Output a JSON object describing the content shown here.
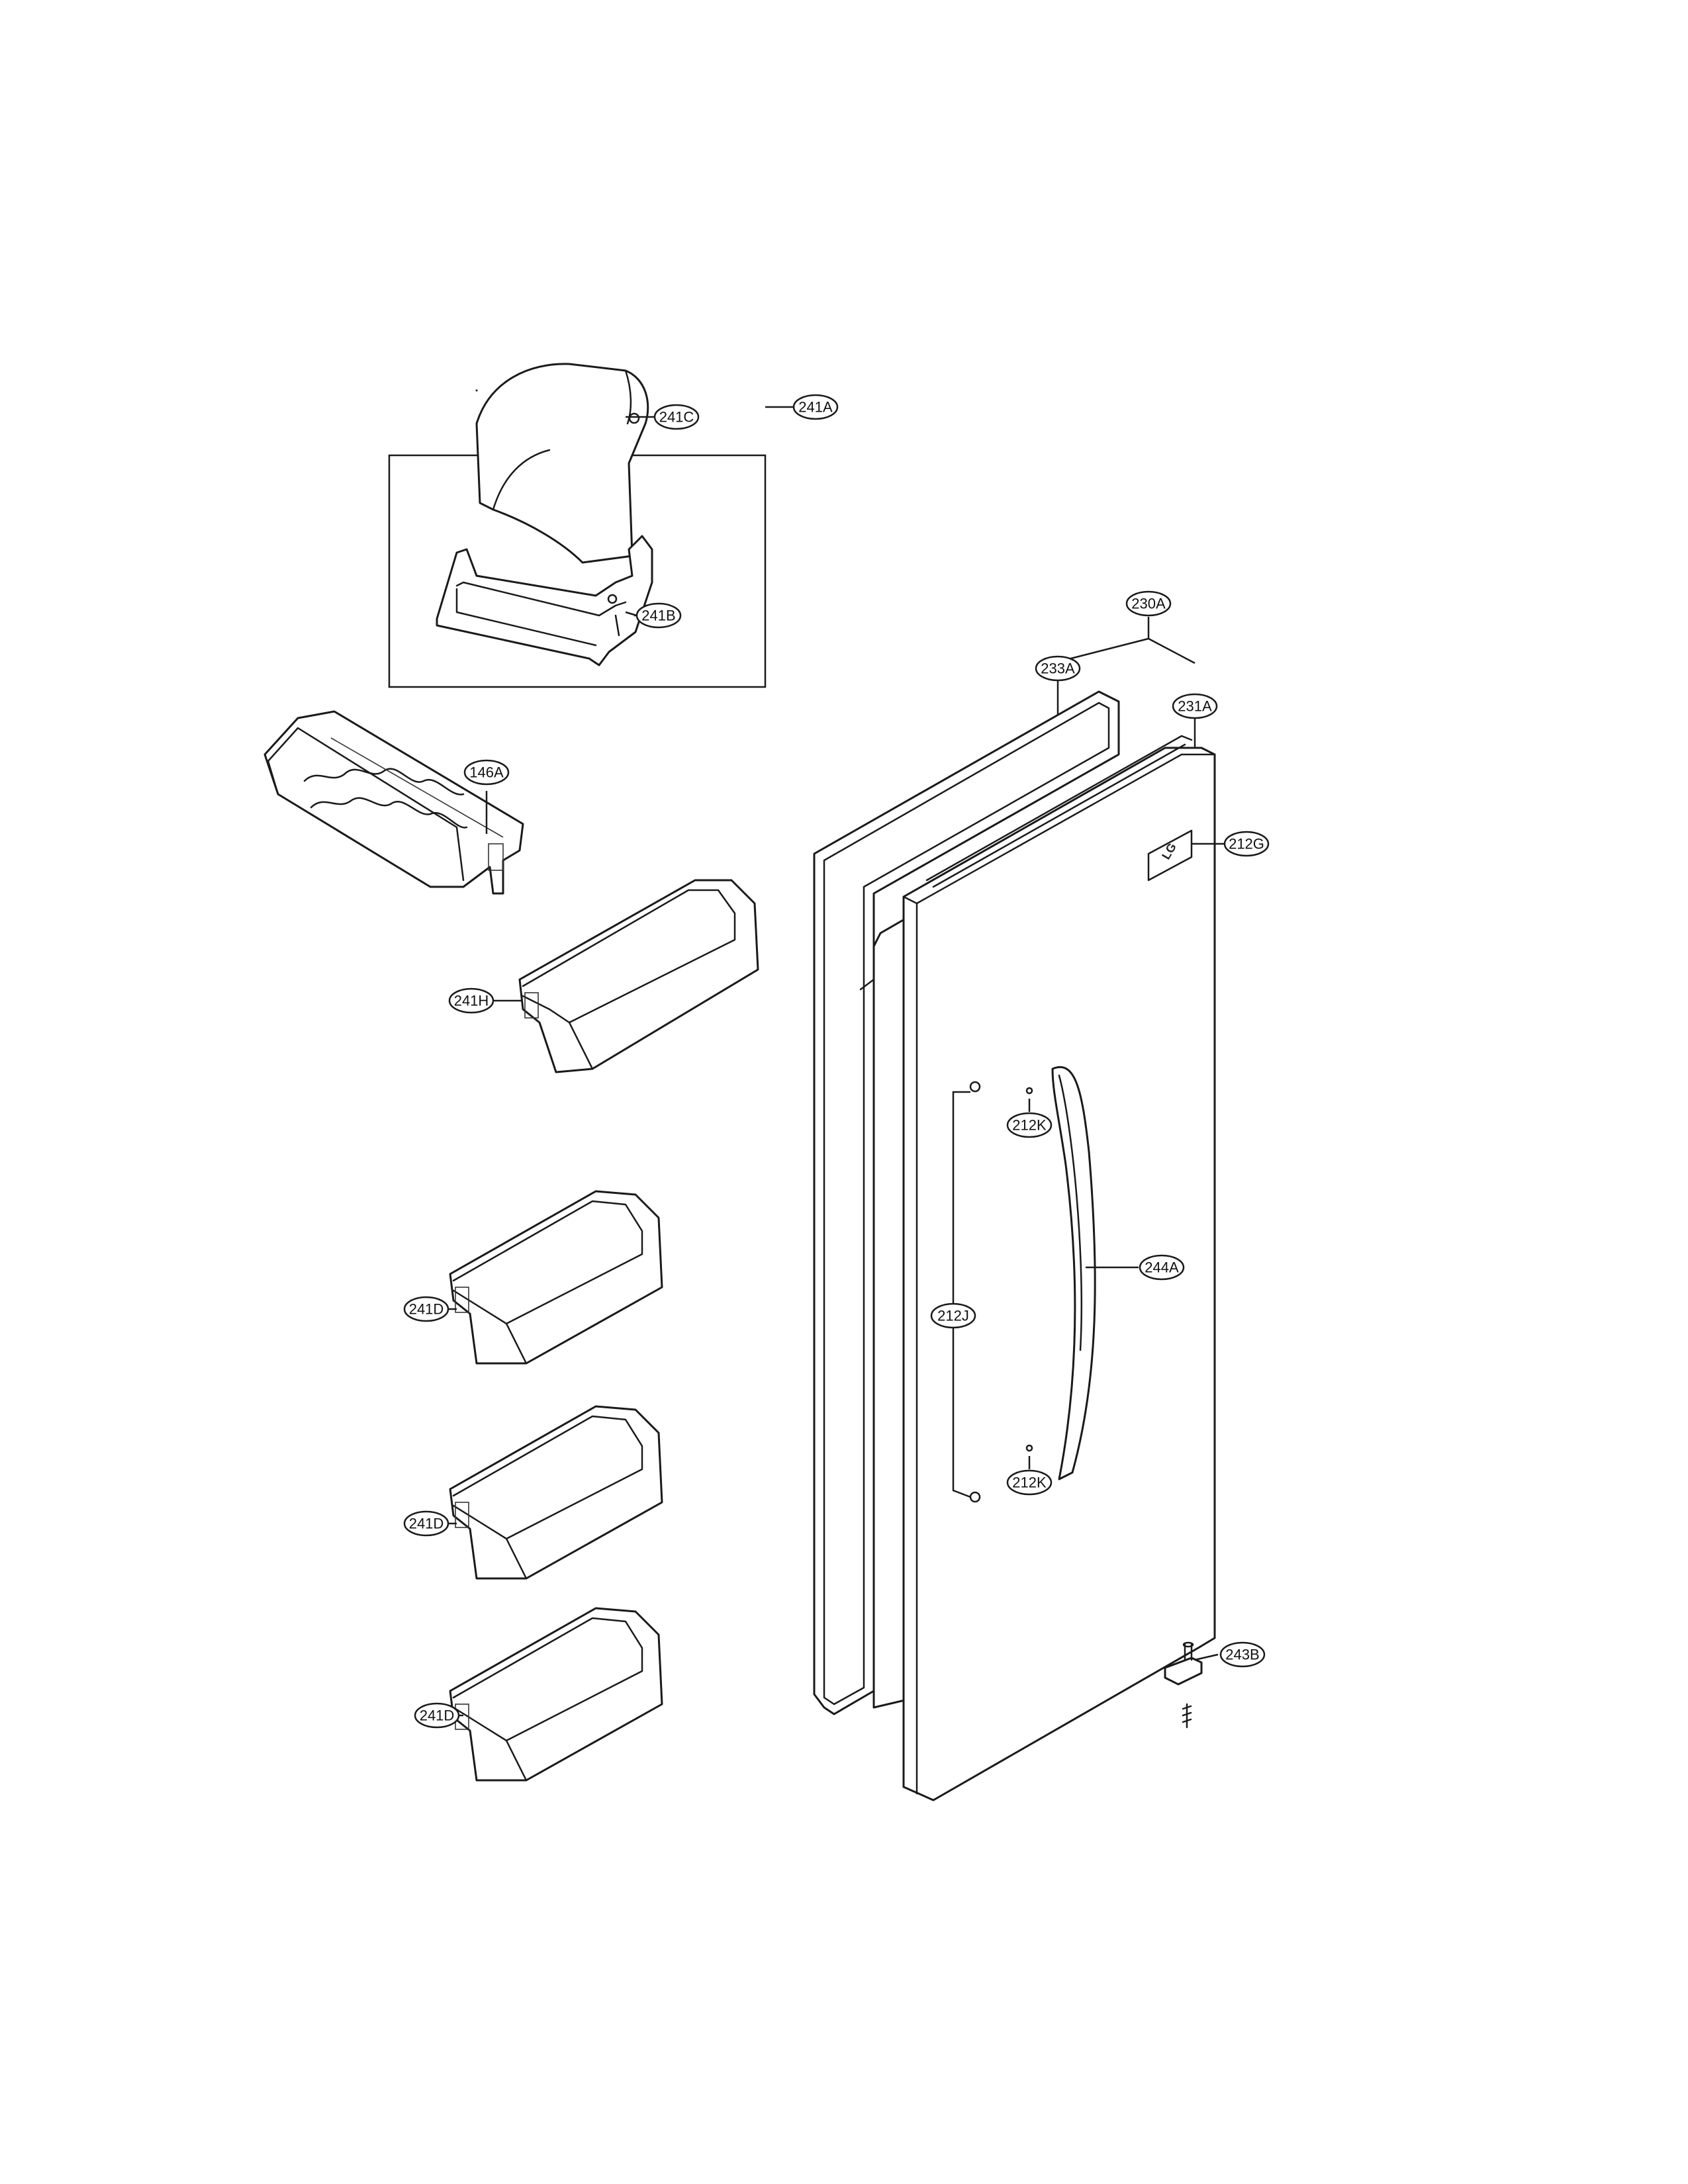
{
  "labels": {
    "c241a": "241A",
    "c241c": "241C",
    "c241b": "241B",
    "c146a": "146A",
    "c241h": "241H",
    "c241d_1": "241D",
    "c241d_2": "241D",
    "c241d_3": "241D",
    "c230a": "230A",
    "c233a": "233A",
    "c231a": "231A",
    "c212g": "212G",
    "c212k_1": "212K",
    "c212k_2": "212K",
    "c244a": "244A",
    "c212j": "212J",
    "c243b": "243B"
  },
  "door_logo": "LG"
}
